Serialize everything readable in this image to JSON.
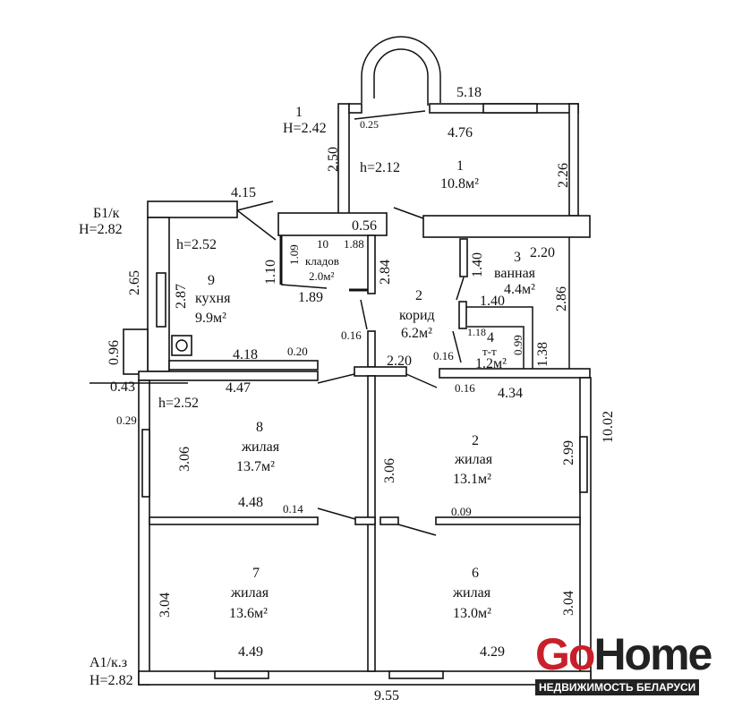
{
  "plan": {
    "section_1": {
      "name": "1",
      "height": "H=2.42"
    },
    "section_b1": {
      "name": "Б1/к",
      "height": "H=2.82"
    },
    "section_a1": {
      "name": "А1/к.з",
      "height": "H=2.82"
    },
    "rooms": {
      "r1": {
        "num": "1",
        "area": "10.8м²",
        "h": "h=2.12"
      },
      "r2": {
        "num": "2",
        "name": "корид",
        "area": "6.2м²"
      },
      "r3": {
        "num": "3",
        "name": "ванная",
        "area": "4.4м²"
      },
      "r4": {
        "num": "4",
        "name": "т-т",
        "area": "1.2м²"
      },
      "r9": {
        "num": "9",
        "name": "кухня",
        "area": "9.9м²",
        "h": "h=2.52"
      },
      "r10": {
        "num": "10",
        "name": "кладов",
        "area": "2.0м²"
      },
      "r8": {
        "num": "8",
        "name": "жилая",
        "area": "13.7м²",
        "h": "h=2.52"
      },
      "r2b": {
        "num": "2",
        "name": "жилая",
        "area": "13.1м²"
      },
      "r7": {
        "num": "7",
        "name": "жилая",
        "area": "13.6м²"
      },
      "r6": {
        "num": "6",
        "name": "жилая",
        "area": "13.0м²"
      }
    },
    "dims": {
      "d518": "5.18",
      "d025": "0.25",
      "d476": "4.76",
      "d250": "2.50",
      "d226": "2.26",
      "d415": "4.15",
      "d056": "0.56",
      "d220a": "2.20",
      "d140a": "1.40",
      "d286": "2.86",
      "d110": "1.10",
      "d109": "1.09",
      "d188": "1.88",
      "d284": "2.84",
      "d189": "1.89",
      "d265": "2.65",
      "d287": "2.87",
      "d140b": "1.40",
      "d118": "1.18",
      "d099": "0.99",
      "d138": "1.38",
      "d096": "0.96",
      "d043": "0.43",
      "d418": "4.18",
      "d020": "0.20",
      "d016a": "0.16",
      "d016b": "0.16",
      "d016c": "0.16",
      "d220b": "2.20",
      "d447": "4.47",
      "d434": "4.34",
      "d029": "0.29",
      "d1002": "10.02",
      "d306a": "3.06",
      "d306b": "3.06",
      "d299": "2.99",
      "d448": "4.48",
      "d014": "0.14",
      "d009": "0.09",
      "d304a": "3.04",
      "d304b": "3.04",
      "d449": "4.49",
      "d429": "4.29",
      "d955": "9.55"
    }
  },
  "logo": {
    "go": "Go",
    "home": "Home",
    "tagline": "НЕДВИЖИМОСТЬ БЕЛАРУСИ",
    "brand_red": "#c8202a"
  }
}
